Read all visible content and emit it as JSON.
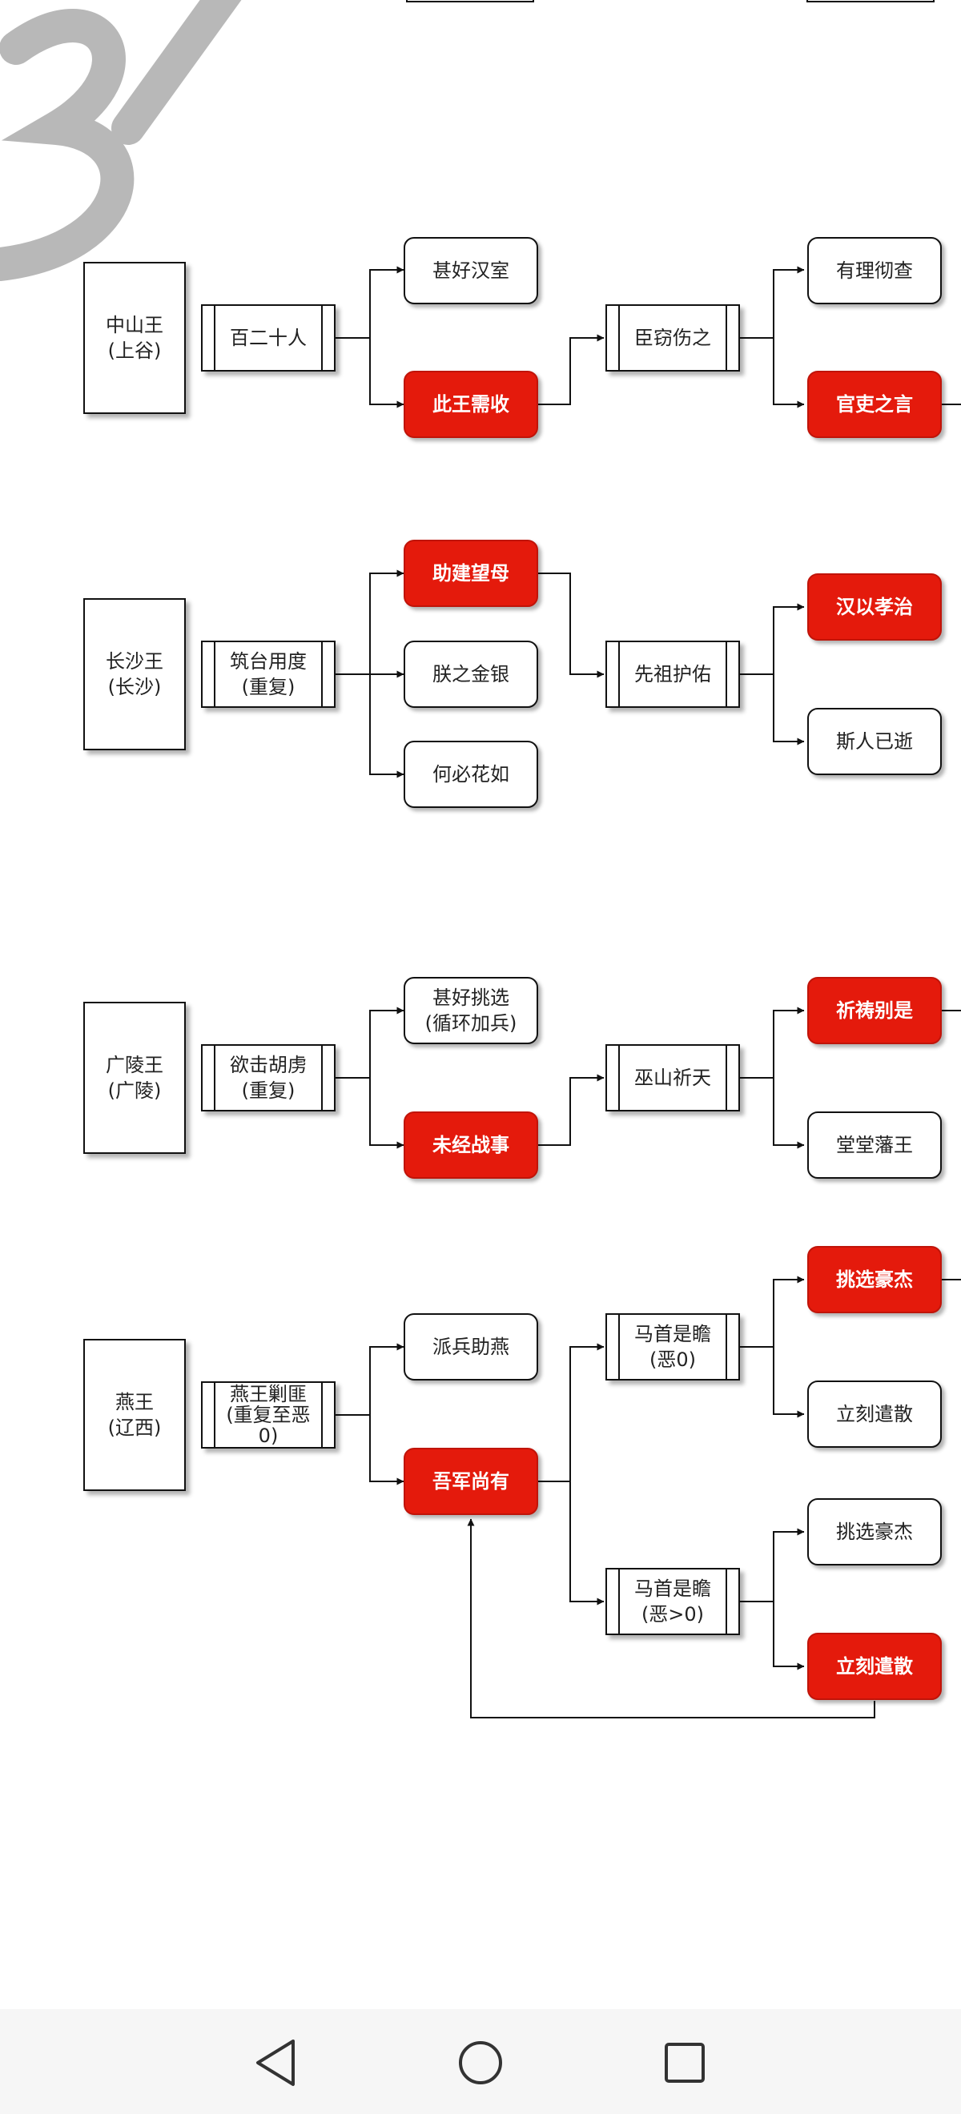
{
  "nodes": {
    "zs_king": "中山王\n(上谷)",
    "zs_event": "百二十人",
    "zs_opt_a": "甚好汉室",
    "zs_opt_b": "此王需收",
    "zs_mid": "臣窃伤之",
    "zs_res_a": "有理彻查",
    "zs_res_b": "官吏之言",
    "cs_king": "长沙王\n(长沙)",
    "cs_event": "筑台用度\n(重复)",
    "cs_opt_a": "助建望母",
    "cs_opt_b": "朕之金银",
    "cs_opt_c": "何必花如",
    "cs_mid": "先祖护佑",
    "cs_res_a": "汉以孝治",
    "cs_res_b": "斯人已逝",
    "gl_king": "广陵王\n(广陵)",
    "gl_event": "欲击胡虏\n(重复)",
    "gl_opt_a": "甚好挑选\n(循环加兵)",
    "gl_opt_b": "未经战事",
    "gl_mid": "巫山祈天",
    "gl_res_a": "祈祷别是",
    "gl_res_b": "堂堂藩王",
    "yw_king": "燕王\n(辽西)",
    "yw_event": "燕王剿匪\n(重复至恶\n0)",
    "yw_opt_a": "派兵助燕",
    "yw_opt_b": "吾军尚有",
    "yw_mid1": "马首是瞻\n(恶0)",
    "yw_mid2": "马首是瞻\n(恶>0)",
    "yw_res_a": "挑选豪杰",
    "yw_res_b": "立刻遣散",
    "yw_res_c": "挑选豪杰",
    "yw_res_d": "立刻遣散"
  },
  "colors": {
    "highlight": "#e41a0c",
    "line": "#111111",
    "watermark": "#b8b8b8"
  },
  "navbar": {
    "back": "back-triangle-icon",
    "home": "home-circle-icon",
    "recent": "recent-square-icon"
  }
}
